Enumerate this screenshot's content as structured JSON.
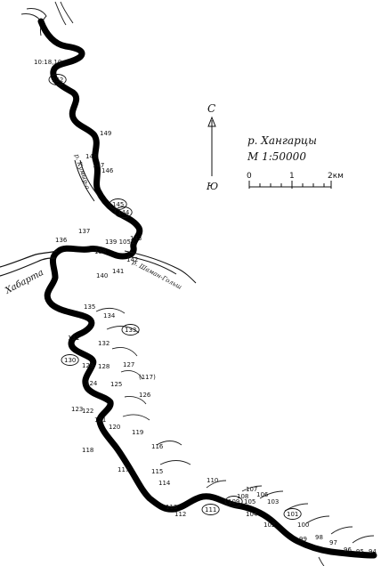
{
  "title": "р. Хангарцы",
  "scale_text": "М 1:50000",
  "north_label": "С",
  "south_label": "Ю",
  "scale_bar": {
    "ticks": [
      "0",
      "1",
      "2км"
    ]
  },
  "place_labels": {
    "tributary_khabarta": "Хабарта",
    "tributary_right": "р. Шаман-Гольш",
    "tributary_upper": "р. Кумыр-а"
  },
  "km_marks": [
    {
      "id": "m152",
      "text": "152",
      "circled": true
    },
    {
      "id": "m10183",
      "text": "10:18,10",
      "circled": false
    },
    {
      "id": "m149",
      "text": "149",
      "circled": false
    },
    {
      "id": "m148",
      "text": "148",
      "circled": false
    },
    {
      "id": "m147",
      "text": "147",
      "circled": false
    },
    {
      "id": "m146",
      "text": "146",
      "circled": false
    },
    {
      "id": "m145",
      "text": "145",
      "circled": true
    },
    {
      "id": "m144",
      "text": "144",
      "circled": true
    },
    {
      "id": "m137",
      "text": "137",
      "circled": false
    },
    {
      "id": "m138",
      "text": "138",
      "circled": false
    },
    {
      "id": "m139",
      "text": "139 1052",
      "circled": false
    },
    {
      "id": "m143",
      "text": "143",
      "circled": false
    },
    {
      "id": "m142",
      "text": "142",
      "circled": false
    },
    {
      "id": "m136",
      "text": "136",
      "circled": false
    },
    {
      "id": "m140",
      "text": "140",
      "circled": false
    },
    {
      "id": "m141",
      "text": "141",
      "circled": false
    },
    {
      "id": "m135",
      "text": "135",
      "circled": false
    },
    {
      "id": "m134",
      "text": "134",
      "circled": false
    },
    {
      "id": "m133",
      "text": "133",
      "circled": true
    },
    {
      "id": "m131",
      "text": "131",
      "circled": false
    },
    {
      "id": "m132",
      "text": "132",
      "circled": false
    },
    {
      "id": "m130",
      "text": "130",
      "circled": true
    },
    {
      "id": "m129",
      "text": "129",
      "circled": false
    },
    {
      "id": "m128",
      "text": "128",
      "circled": false
    },
    {
      "id": "m127",
      "text": "127",
      "circled": false
    },
    {
      "id": "m117b",
      "text": "(117)",
      "circled": false
    },
    {
      "id": "m124",
      "text": "124",
      "circled": false
    },
    {
      "id": "m125",
      "text": "125",
      "circled": false
    },
    {
      "id": "m126",
      "text": "126",
      "circled": false
    },
    {
      "id": "m123",
      "text": "123",
      "circled": false
    },
    {
      "id": "m122",
      "text": "122",
      "circled": false
    },
    {
      "id": "m121",
      "text": "121",
      "circled": false
    },
    {
      "id": "m120",
      "text": "120",
      "circled": false
    },
    {
      "id": "m119",
      "text": "119",
      "circled": false
    },
    {
      "id": "m118",
      "text": "118",
      "circled": false
    },
    {
      "id": "m117",
      "text": "117",
      "circled": false
    },
    {
      "id": "m116",
      "text": "116",
      "circled": false
    },
    {
      "id": "m115",
      "text": "115",
      "circled": false
    },
    {
      "id": "m114",
      "text": "114",
      "circled": false
    },
    {
      "id": "m113",
      "text": "113",
      "circled": false
    },
    {
      "id": "m112",
      "text": "112",
      "circled": false
    },
    {
      "id": "m111",
      "text": "111",
      "circled": true
    },
    {
      "id": "m110",
      "text": "110",
      "circled": false
    },
    {
      "id": "m109",
      "text": "109",
      "circled": true
    },
    {
      "id": "m108",
      "text": "108",
      "circled": false
    },
    {
      "id": "m107",
      "text": "107",
      "circled": false
    },
    {
      "id": "m106",
      "text": "106",
      "circled": false
    },
    {
      "id": "m105",
      "text": "105",
      "circled": false
    },
    {
      "id": "m104",
      "text": "104",
      "circled": false
    },
    {
      "id": "m103",
      "text": "103",
      "circled": false
    },
    {
      "id": "m102",
      "text": "102",
      "circled": false
    },
    {
      "id": "m101",
      "text": "101",
      "circled": true
    },
    {
      "id": "m100",
      "text": "100",
      "circled": false
    },
    {
      "id": "m99",
      "text": "99",
      "circled": false
    },
    {
      "id": "m98",
      "text": "98",
      "circled": false
    },
    {
      "id": "m97",
      "text": "97",
      "circled": false
    },
    {
      "id": "m96",
      "text": "96",
      "circled": false
    },
    {
      "id": "m95",
      "text": "95",
      "circled": false
    },
    {
      "id": "m94",
      "text": "94",
      "circled": false
    }
  ]
}
